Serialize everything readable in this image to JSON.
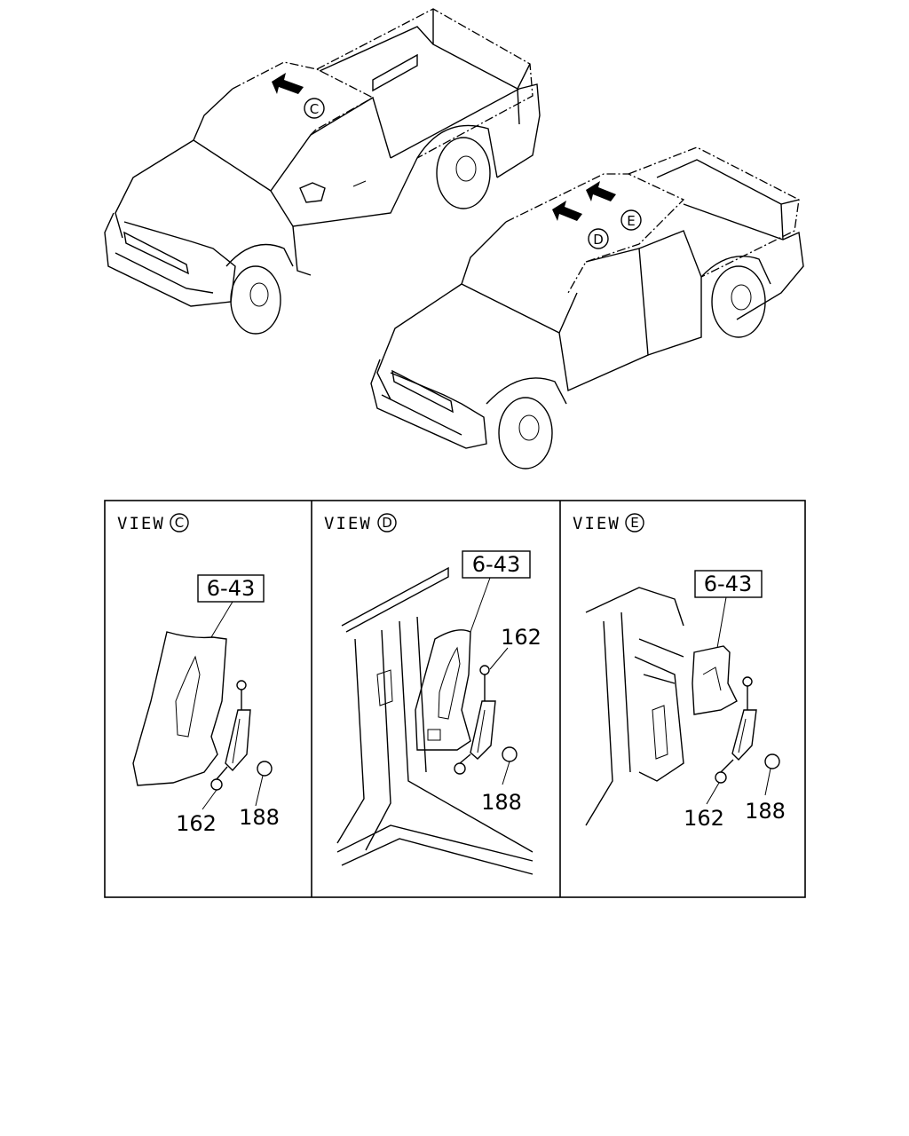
{
  "views": [
    {
      "label": "VIEW",
      "letter": "C",
      "ref": "6-43",
      "bolt": "162",
      "nut": "188"
    },
    {
      "label": "VIEW",
      "letter": "D",
      "ref": "6-43",
      "bolt": "162",
      "nut": "188"
    },
    {
      "label": "VIEW",
      "letter": "E",
      "ref": "6-43",
      "bolt": "162",
      "nut": "188"
    }
  ],
  "overview": {
    "single_cab_marker": "C",
    "crew_cab_markers": [
      "D",
      "E"
    ]
  }
}
